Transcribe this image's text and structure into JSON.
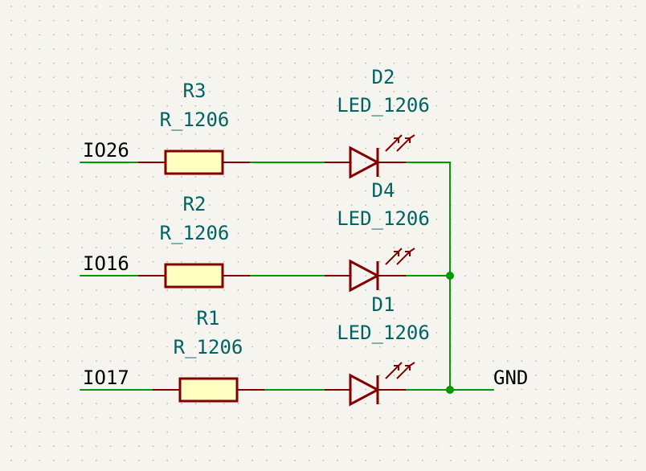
{
  "colors": {
    "background": "#f5f4ef",
    "wire": "#009900",
    "symbol": "#840000",
    "resistor_fill": "#ffffc2",
    "ref_text": "#006464",
    "net_text": "#000000",
    "grid": "#b8b8b0"
  },
  "nets": {
    "io26": "IO26",
    "io16": "IO16",
    "io17": "IO17",
    "gnd": "GND"
  },
  "components": {
    "r3": {
      "ref": "R3",
      "value": "R_1206"
    },
    "r2": {
      "ref": "R2",
      "value": "R_1206"
    },
    "r1": {
      "ref": "R1",
      "value": "R_1206"
    },
    "d2": {
      "ref": "D2",
      "value": "LED_1206"
    },
    "d4": {
      "ref": "D4",
      "value": "LED_1206"
    },
    "d1": {
      "ref": "D1",
      "value": "LED_1206"
    }
  }
}
